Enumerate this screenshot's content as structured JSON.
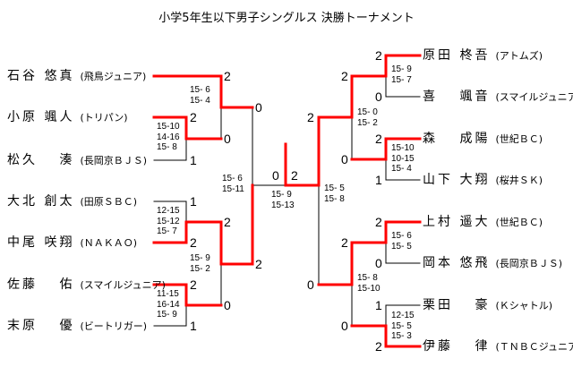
{
  "title": "小学5年生以下男子シングルス 決勝トーナメント",
  "left": {
    "players": [
      {
        "name": "石谷 悠真",
        "club": "(飛鳥ジュニア)"
      },
      {
        "name": "小原 颯人",
        "club": "(トリパン)"
      },
      {
        "name": "松久 　湊",
        "club": "(長岡京ＢＪＳ)"
      },
      {
        "name": "大北 創太",
        "club": "(田原ＳＢＣ)"
      },
      {
        "name": "中尾 咲翔",
        "club": "(ＮＡＫＡＯ)"
      },
      {
        "name": "佐藤 　佑",
        "club": "(スマイルジュニア)"
      },
      {
        "name": "末原 　優",
        "club": "(ビートリガー)"
      }
    ],
    "r1": [
      {
        "top": "2",
        "bottom": "1",
        "games": [
          "15-10",
          "14-16",
          "15- 8"
        ]
      },
      {
        "top": "1",
        "bottom": "2",
        "games": [
          "12-15",
          "15-12",
          "15- 7"
        ]
      },
      {
        "top": "2",
        "bottom": "1",
        "games": [
          "11-15",
          "16-14",
          "15- 9"
        ]
      }
    ],
    "r2": [
      {
        "top": "2",
        "bottom": "0",
        "games": [
          "15- 6",
          "15- 4"
        ]
      },
      {
        "top": "2",
        "bottom": "0",
        "games": [
          "15- 9",
          "15- 2"
        ]
      }
    ],
    "semi": {
      "top": "0",
      "bottom": "2",
      "games": [
        "15- 6",
        "15-11"
      ]
    }
  },
  "right": {
    "players": [
      {
        "name": "原田 柊吾",
        "club": "(アトムズ)"
      },
      {
        "name": "喜　 颯音",
        "club": "(スマイルジュニア)"
      },
      {
        "name": "森　 成陽",
        "club": "(世紀ＢＣ)"
      },
      {
        "name": "山下 大翔",
        "club": "(桜井ＳＫ)"
      },
      {
        "name": "上村 遥大",
        "club": "(世紀ＢＣ)"
      },
      {
        "name": "岡本 悠飛",
        "club": "(長岡京ＢＪＳ)"
      },
      {
        "name": "栗田 　豪",
        "club": "(Ｋシャトル)"
      },
      {
        "name": "伊藤 　律",
        "club": "(ＴＮＢＣジュニア)"
      }
    ],
    "r1": [
      {
        "top": "2",
        "bottom": "0",
        "games": [
          "15- 9",
          "15- 7"
        ]
      },
      {
        "top": "2",
        "bottom": "1",
        "games": [
          "15-10",
          "10-15",
          "15- 4"
        ]
      },
      {
        "top": "2",
        "bottom": "0",
        "games": [
          "15- 6",
          "15- 5"
        ]
      },
      {
        "top": "1",
        "bottom": "2",
        "games": [
          "12-15",
          "15- 5",
          "15- 3"
        ]
      }
    ],
    "r2": [
      {
        "top": "2",
        "bottom": "0",
        "games": [
          "15- 0",
          "15- 2"
        ]
      },
      {
        "top": "2",
        "bottom": "0",
        "games": [
          "15- 8",
          "15-10"
        ]
      }
    ],
    "semi": {
      "top": "2",
      "bottom": "0",
      "games": [
        "15- 5",
        "15- 8"
      ]
    }
  },
  "final": {
    "left": "0",
    "right": "2",
    "games": [
      "15- 9",
      "15-13"
    ]
  },
  "colors": {
    "winner_line": "#ff0000",
    "line": "#000000"
  }
}
